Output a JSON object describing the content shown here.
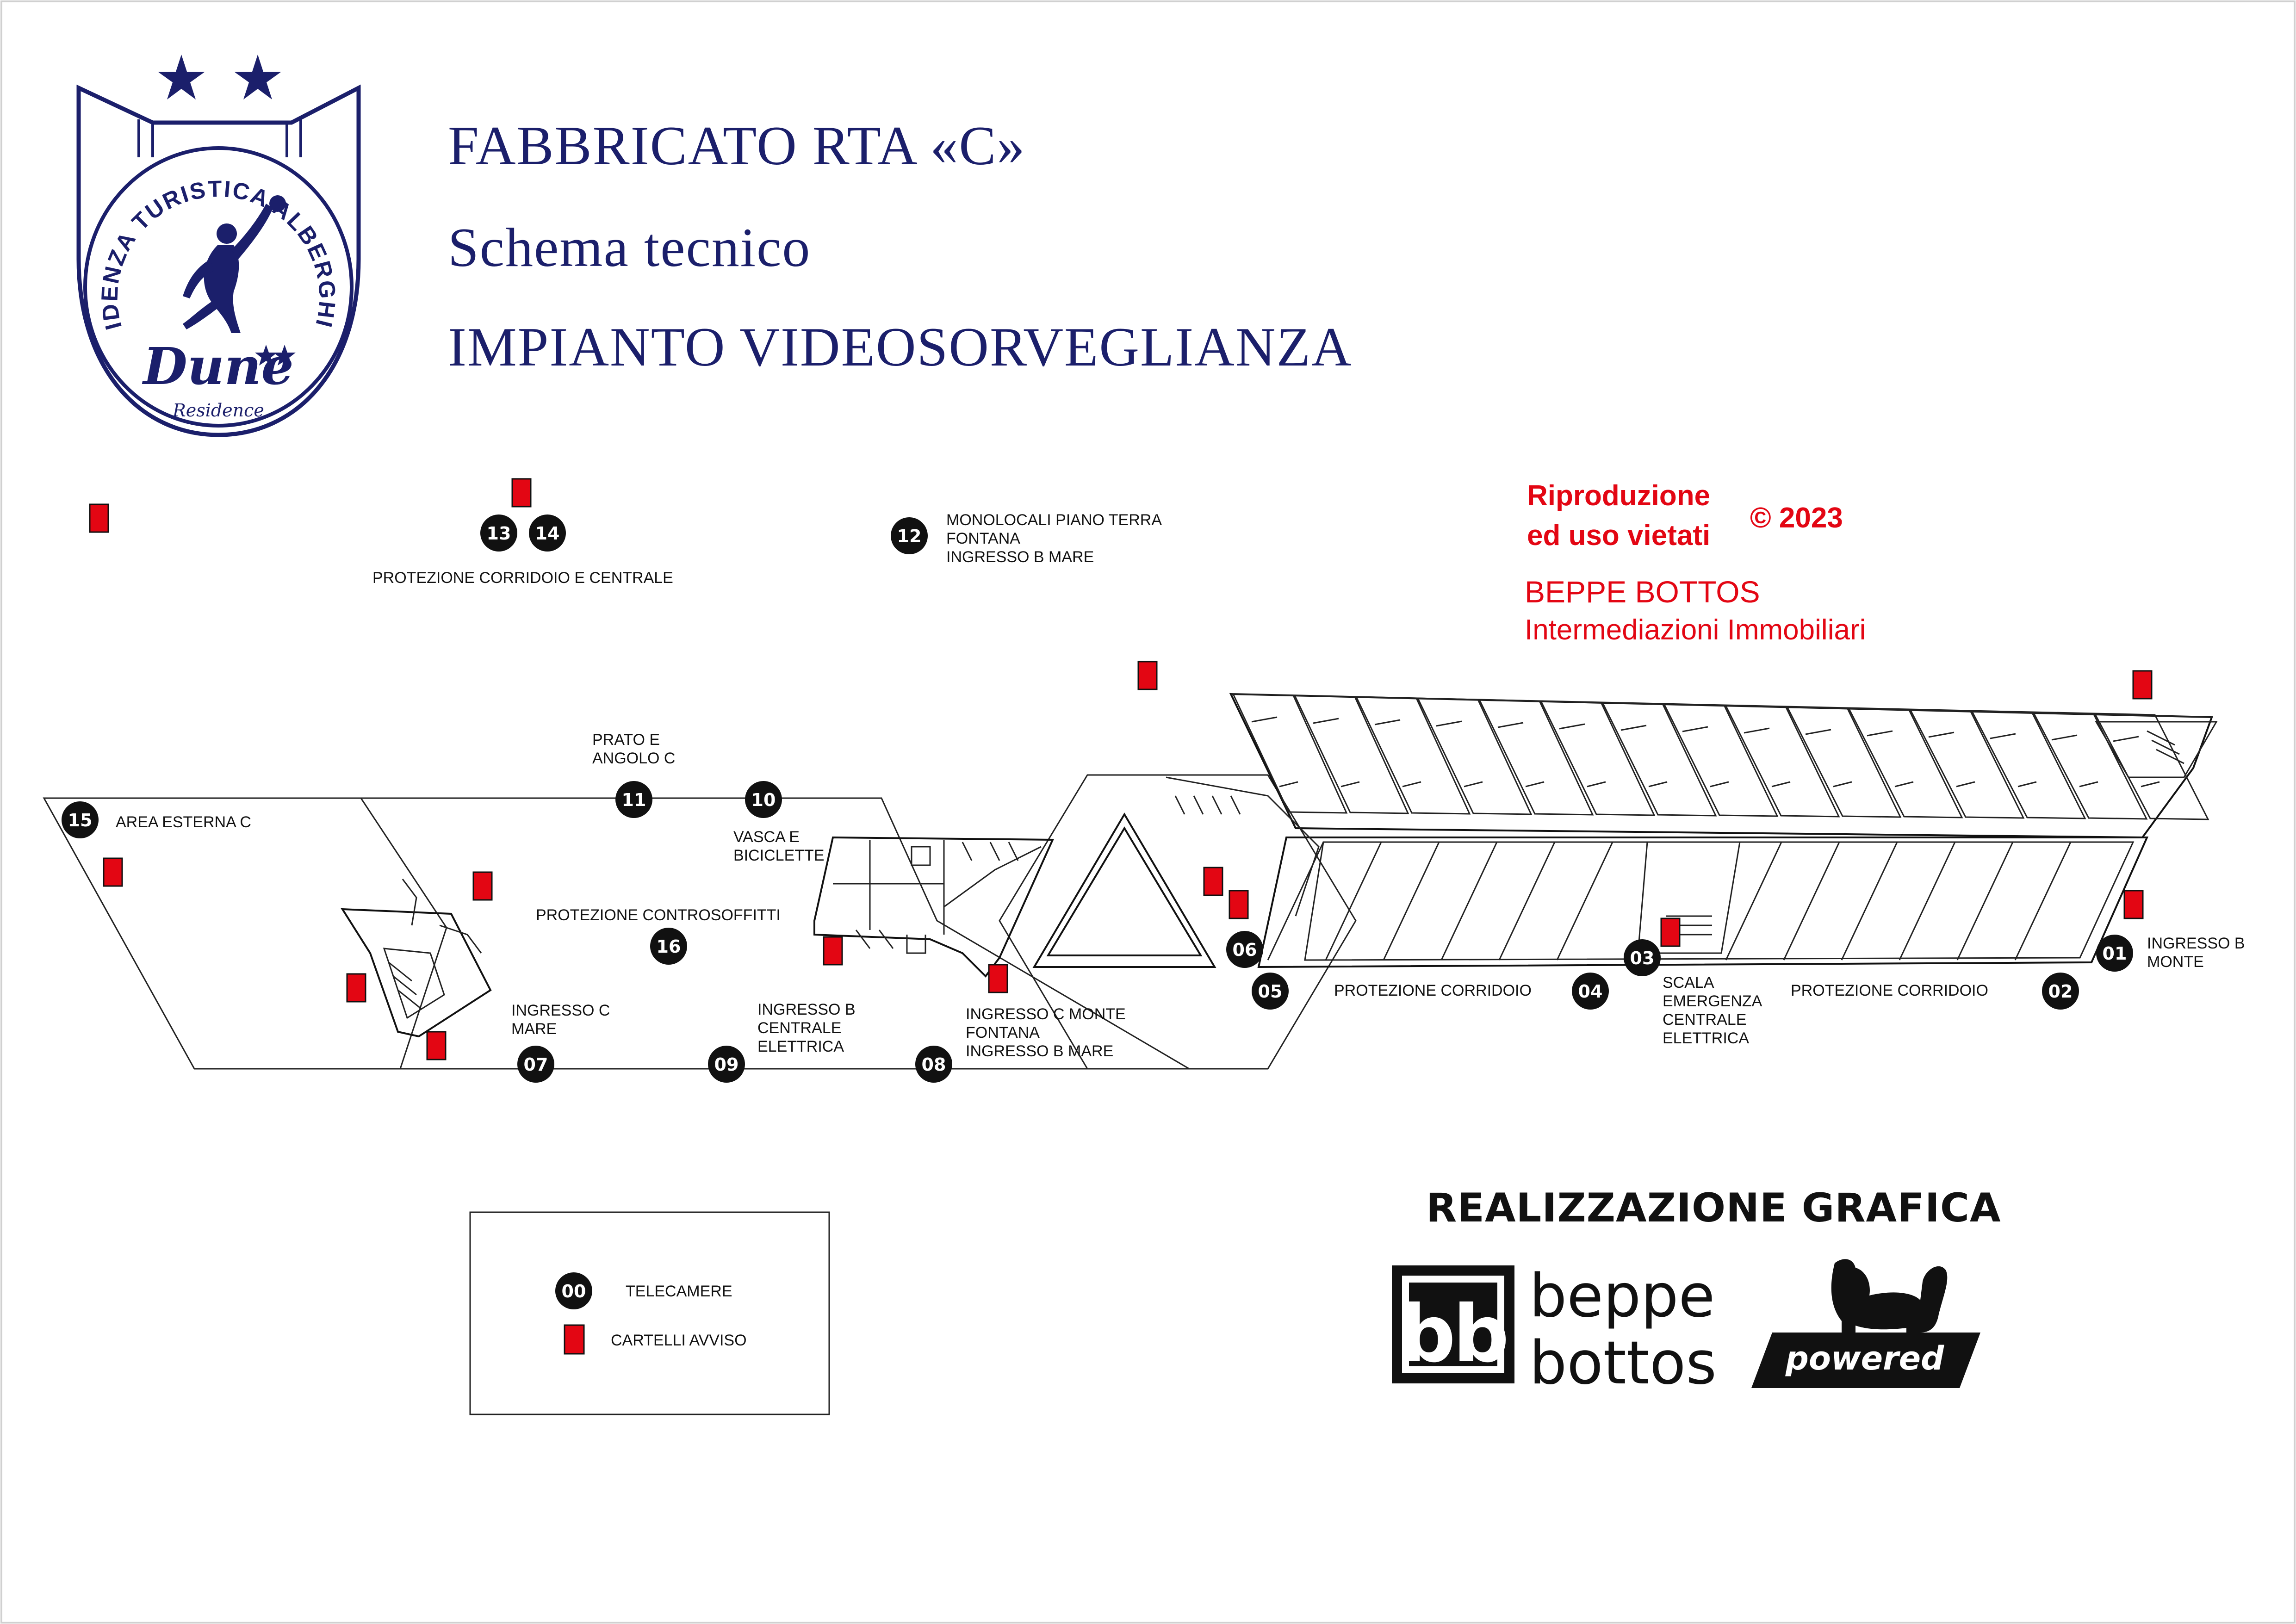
{
  "title": {
    "line1": "FABBRICATO RTA «C»",
    "line2": "Schema tecnico",
    "line3": "IMPIANTO VIDEOSORVEGLIANZA"
  },
  "logo": {
    "arc_text": "RESIDENZA TURISTICA ALBERGHIERA",
    "name": "Dune",
    "sub": "Residence",
    "color": "#1b1f6b"
  },
  "notice": {
    "line1": "Riproduzione",
    "line2": "ed uso vietati",
    "copyright": "© 2023",
    "company_line1": "BEPPE BOTTOS",
    "company_line2": "Intermediazioni Immobiliari",
    "color": "#e30613"
  },
  "cameras": [
    {
      "id": "01",
      "label": [
        "INGRESSO B",
        "MONTE"
      ]
    },
    {
      "id": "02",
      "label": []
    },
    {
      "id": "03",
      "label": [
        "SCALA",
        "EMERGENZA",
        "CENTRALE",
        "ELETTRICA"
      ]
    },
    {
      "id": "04",
      "label": []
    },
    {
      "id": "05",
      "label": []
    },
    {
      "id": "06",
      "label": []
    },
    {
      "id": "07",
      "label": [
        "INGRESSO C",
        "MARE"
      ]
    },
    {
      "id": "08",
      "label": [
        "INGRESSO C MONTE",
        "FONTANA",
        "INGRESSO B MARE"
      ]
    },
    {
      "id": "09",
      "label": [
        "INGRESSO B",
        "CENTRALE",
        "ELETTRICA"
      ]
    },
    {
      "id": "10",
      "label": [
        "VASCA E",
        "BICICLETTE"
      ]
    },
    {
      "id": "11",
      "label": [
        "PRATO E",
        "ANGOLO C"
      ]
    },
    {
      "id": "12",
      "label": [
        "MONOLOCALI PIANO TERRA",
        "FONTANA",
        "INGRESSO B MARE"
      ]
    },
    {
      "id": "13",
      "label": []
    },
    {
      "id": "14",
      "label": []
    },
    {
      "id": "15",
      "label": [
        "AREA ESTERNA C"
      ]
    },
    {
      "id": "16",
      "label": []
    }
  ],
  "area_labels": {
    "corridoio_centrale": "PROTEZIONE CORRIDOIO E CENTRALE",
    "controsoffitti": "PROTEZIONE CONTROSOFFITTI",
    "corridoio_a": "PROTEZIONE CORRIDOIO",
    "corridoio_b": "PROTEZIONE CORRIDOIO"
  },
  "legend": {
    "camera_sample": "00",
    "camera_label": "TELECAMERE",
    "sign_label": "CARTELLI AVVISO"
  },
  "branding": {
    "heading": "REALIZZAZIONE GRAFICA",
    "logo_letters": "bb",
    "name_line1": "beppe",
    "name_line2": "bottos",
    "badge": "powered"
  },
  "colors": {
    "navy": "#1b1f6b",
    "red": "#e30613",
    "black": "#111111"
  }
}
